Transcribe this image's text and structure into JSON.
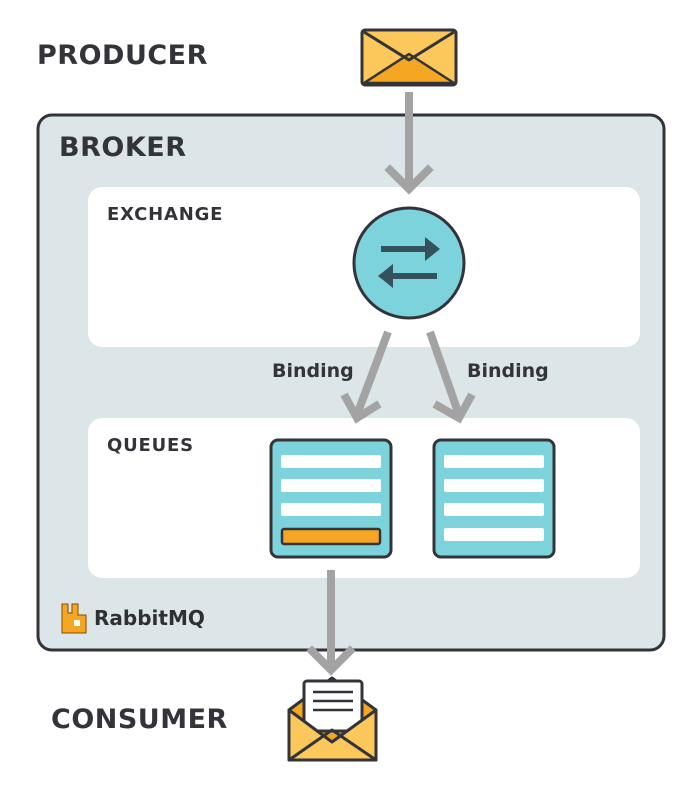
{
  "labels": {
    "producer": "PRODUCER",
    "broker": "BROKER",
    "exchange": "EXCHANGE",
    "queues": "QUEUES",
    "binding_left": "Binding",
    "binding_right": "Binding",
    "consumer": "CONSUMER",
    "brand": "RabbitMQ"
  },
  "icons": {
    "producer": "envelope-icon",
    "exchange": "swap-arrows-icon",
    "consumer": "open-envelope-icon",
    "brand": "rabbitmq-logo-icon"
  },
  "colors": {
    "broker_fill": "#dce5e8",
    "outline": "#33343a",
    "panel": "#ffffff",
    "teal": "#7dd3dc",
    "accent_orange": "#f5a623",
    "envelope": "#fcc85c",
    "arrow": "#a3a3a3",
    "arrow_dark": "#34525c"
  }
}
